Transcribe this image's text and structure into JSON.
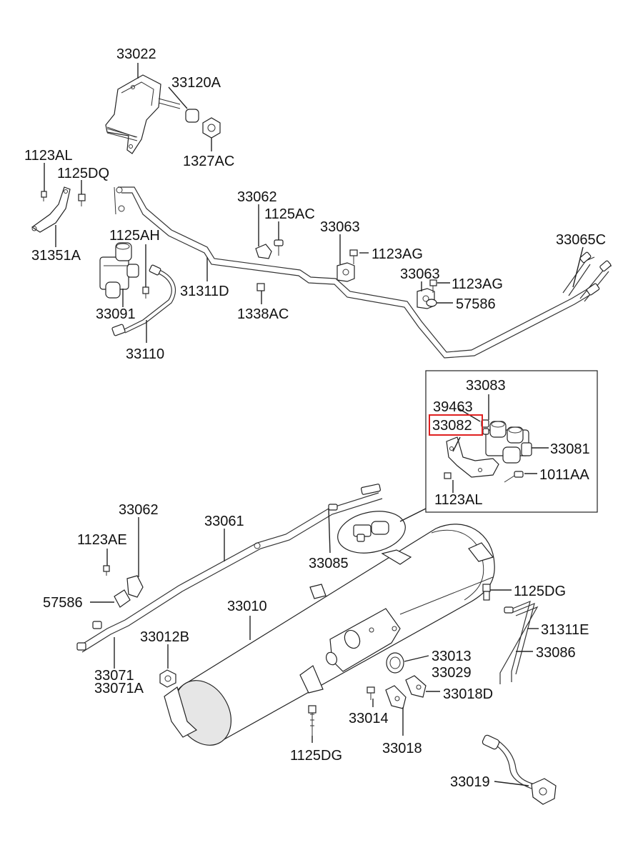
{
  "diagram": {
    "labels": {
      "p33022": "33022",
      "p33120A": "33120A",
      "p1327AC": "1327AC",
      "p1123AL_top": "1123AL",
      "p1125DQ": "1125DQ",
      "p31351A": "31351A",
      "p1125AH": "1125AH",
      "p33091": "33091",
      "p31311D": "31311D",
      "p33110": "33110",
      "p33062_top": "33062",
      "p1125AC": "1125AC",
      "p33063_a": "33063",
      "p1123AG_a": "1123AG",
      "p1338AC": "1338AC",
      "p33063_b": "33063",
      "p1123AG_b": "1123AG",
      "p57586_top": "57586",
      "p33065C": "33065C",
      "p33083": "33083",
      "p39463": "39463",
      "p33082": "33082",
      "p33081": "33081",
      "p1011AA": "1011AA",
      "p1123AL_inset": "1123AL",
      "p33062_bottom": "33062",
      "p33061": "33061",
      "p1123AE": "1123AE",
      "p33085": "33085",
      "p57586_bottom": "57586",
      "p1125DG_right": "1125DG",
      "p33010": "33010",
      "p31311E": "31311E",
      "p33012B": "33012B",
      "p33086": "33086",
      "p33071": "33071",
      "p33071A": "33071A",
      "p33013": "33013",
      "p33029": "33029",
      "p33018D": "33018D",
      "p33014": "33014",
      "p1125DG_bottom": "1125DG",
      "p33018": "33018",
      "p33019": "33019"
    },
    "highlighted_part": "33082",
    "highlight_color": "#e02020"
  }
}
